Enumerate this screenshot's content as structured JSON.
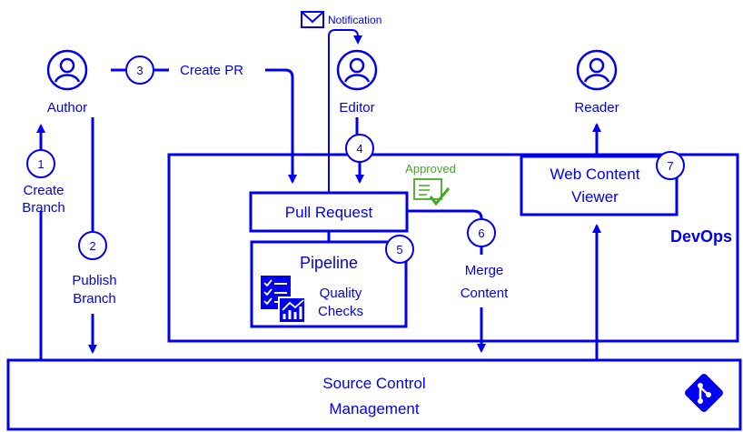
{
  "colors": {
    "primary": "#0000ee",
    "approved": "#44aa22",
    "background": "#ffffff"
  },
  "actors": {
    "author": "Author",
    "editor": "Editor",
    "reader": "Reader"
  },
  "steps": [
    {
      "number": "1",
      "line1": "Create",
      "line2": "Branch"
    },
    {
      "number": "2",
      "line1": "Publish",
      "line2": "Branch"
    },
    {
      "number": "3",
      "line1": "Create PR"
    },
    {
      "number": "4"
    },
    {
      "number": "5"
    },
    {
      "number": "6",
      "line1": "Merge",
      "line2": "Content"
    },
    {
      "number": "7"
    }
  ],
  "notification": {
    "label": "Notification",
    "icon": "envelope-icon"
  },
  "approved": {
    "label": "Approved",
    "icon": "approved-document-icon"
  },
  "boxes": {
    "devops": "DevOps",
    "pull_request": "Pull Request",
    "pipeline": {
      "title": "Pipeline",
      "line1": "Quality",
      "line2": "Checks",
      "icon": "checklist-chart-icon"
    },
    "viewer": {
      "line1": "Web Content",
      "line2": "Viewer"
    },
    "scm": {
      "line1": "Source Control",
      "line2": "Management",
      "icon": "git-icon"
    }
  }
}
